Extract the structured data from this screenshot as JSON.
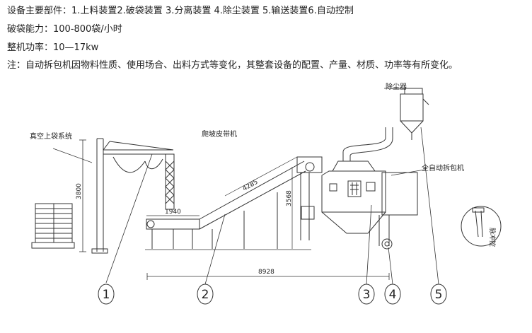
{
  "notes": {
    "components": "设备主要部件：1.上料装置2.破袋装置 3.分离装置 4.除尘装置 5.输送装置6.自动控制",
    "capacity": "破袋能力：100-800袋/小时",
    "power": "整机功率：10—17kw",
    "note": "注：自动拆包机因物料性质、使用场合、出料方式等变化，其整套设备的配置、产量、材质、功率等有所变化。"
  },
  "diagram": {
    "labels": {
      "vacuum_feeding": "真空上袋系统",
      "conveyor": "爬坡皮带机",
      "dust_collector": "除尘器",
      "auto_unpacker": "全自动拆包机",
      "side_unit": "脉冲控"
    },
    "dimensions": {
      "height_left": "3800",
      "belt_length": "1940",
      "incline_length": "4285",
      "height_incline": "3568",
      "total_length": "8928"
    },
    "callouts": [
      "1",
      "2",
      "3",
      "4",
      "5"
    ]
  }
}
